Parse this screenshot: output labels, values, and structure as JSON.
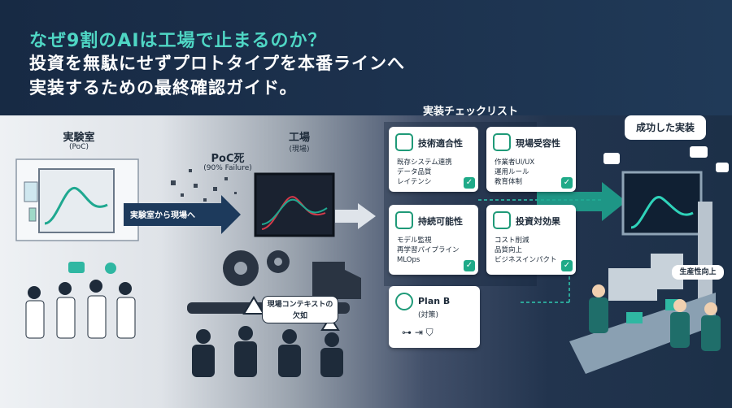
{
  "header": {
    "line1": "なぜ9割のAIは工場で止まるのか？",
    "line2": "投資を無駄にせずプロトタイプを本番ラインへ",
    "line3": "実装するための最終確認ガイド。"
  },
  "lab": {
    "title": "実験室",
    "subtitle": "(PoC)"
  },
  "arrow_lab": "実験室から現場へ",
  "poc_death": {
    "title": "PoC死",
    "subtitle": "(90% Failure)"
  },
  "factory": {
    "title": "工場",
    "subtitle": "(現場)"
  },
  "context_missing": "現場コンテキストの\n欠如",
  "checklist": {
    "title": "実装チェックリスト",
    "cards": [
      {
        "title": "技術適合性",
        "body": "既存システム連携\nデータ品質\nレイテンシ",
        "icon": "chip-icon"
      },
      {
        "title": "現場受容性",
        "body": "作業者UI/UX\n運用ルール\n教育体制",
        "icon": "people-icon"
      },
      {
        "title": "持続可能性",
        "body": "モデル監視\n再学習パイプライン\nMLOps",
        "icon": "recycle-icon"
      },
      {
        "title": "投資対効果",
        "body": "コスト削減\n品質向上\nビジネスインパクト",
        "icon": "growth-icon"
      }
    ],
    "planb": {
      "title": "Plan B",
      "subtitle": "(対策)"
    }
  },
  "success": "成功した実装",
  "productivity": "生産性向上",
  "colors": {
    "accent": "#4fd6c4",
    "navy": "#172a44",
    "check": "#1faa88"
  }
}
